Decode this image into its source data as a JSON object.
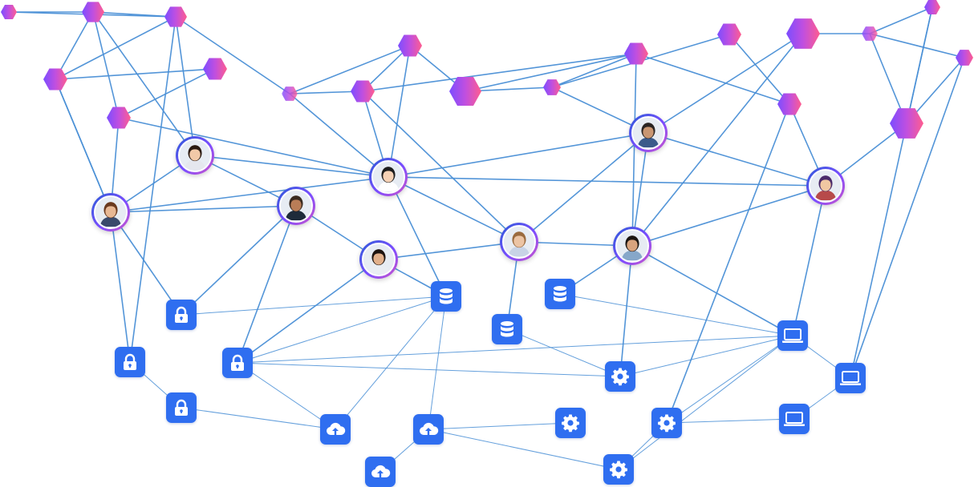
{
  "colors": {
    "edge": "#4a8fd6",
    "tile": "#2f6ef0",
    "hex_start": "#7b4dff",
    "hex_end": "#ff5d8f",
    "avatar_ring": "#5a55e0"
  },
  "icons": [
    "hexagon-icon",
    "person-avatar",
    "lock-icon",
    "database-icon",
    "cloud-upload-icon",
    "gear-icon",
    "laptop-icon"
  ],
  "nodes": [
    {
      "id": "h1",
      "kind": "hex"
    },
    {
      "id": "h2",
      "kind": "hex"
    },
    {
      "id": "h3",
      "kind": "hex"
    },
    {
      "id": "h4",
      "kind": "hex"
    },
    {
      "id": "h5",
      "kind": "hex"
    },
    {
      "id": "h6",
      "kind": "hex"
    },
    {
      "id": "h7",
      "kind": "hex"
    },
    {
      "id": "h8",
      "kind": "hex"
    },
    {
      "id": "h9",
      "kind": "hex"
    },
    {
      "id": "h10",
      "kind": "hex"
    },
    {
      "id": "h11",
      "kind": "hex"
    },
    {
      "id": "h12",
      "kind": "hex"
    },
    {
      "id": "h13",
      "kind": "hex"
    },
    {
      "id": "h14",
      "kind": "hex"
    },
    {
      "id": "h15",
      "kind": "hex"
    },
    {
      "id": "h16",
      "kind": "hex"
    },
    {
      "id": "h17",
      "kind": "hex"
    },
    {
      "id": "h18",
      "kind": "hex"
    },
    {
      "id": "h19",
      "kind": "hex"
    },
    {
      "id": "h20",
      "kind": "hex"
    },
    {
      "id": "p1",
      "kind": "avatar"
    },
    {
      "id": "p2",
      "kind": "avatar"
    },
    {
      "id": "p3",
      "kind": "avatar"
    },
    {
      "id": "p4",
      "kind": "avatar"
    },
    {
      "id": "p5",
      "kind": "avatar"
    },
    {
      "id": "p6",
      "kind": "avatar"
    },
    {
      "id": "p7",
      "kind": "avatar"
    },
    {
      "id": "p8",
      "kind": "avatar"
    },
    {
      "id": "p9",
      "kind": "avatar"
    },
    {
      "id": "l1",
      "kind": "lock"
    },
    {
      "id": "l2",
      "kind": "lock"
    },
    {
      "id": "l3",
      "kind": "lock"
    },
    {
      "id": "l4",
      "kind": "lock"
    },
    {
      "id": "d1",
      "kind": "database"
    },
    {
      "id": "d2",
      "kind": "database"
    },
    {
      "id": "d3",
      "kind": "database"
    },
    {
      "id": "c1",
      "kind": "cloud"
    },
    {
      "id": "c2",
      "kind": "cloud"
    },
    {
      "id": "c3",
      "kind": "cloud"
    },
    {
      "id": "g1",
      "kind": "gear"
    },
    {
      "id": "g2",
      "kind": "gear"
    },
    {
      "id": "g3",
      "kind": "gear"
    },
    {
      "id": "g4",
      "kind": "gear"
    },
    {
      "id": "m1",
      "kind": "laptop"
    },
    {
      "id": "m2",
      "kind": "laptop"
    },
    {
      "id": "m3",
      "kind": "laptop"
    }
  ],
  "edges": [
    [
      "h1",
      "h2"
    ],
    [
      "h1",
      "h3"
    ],
    [
      "h2",
      "h3"
    ],
    [
      "h2",
      "h4"
    ],
    [
      "h3",
      "h4"
    ],
    [
      "h2",
      "p1"
    ],
    [
      "h2",
      "h6"
    ],
    [
      "h3",
      "p1"
    ],
    [
      "h3",
      "h8"
    ],
    [
      "h4",
      "p2"
    ],
    [
      "h5",
      "h6"
    ],
    [
      "h6",
      "p2"
    ],
    [
      "h6",
      "p3"
    ],
    [
      "h7",
      "h8"
    ],
    [
      "h7",
      "h9"
    ],
    [
      "h7",
      "p3"
    ],
    [
      "h8",
      "p3"
    ],
    [
      "h8",
      "h9"
    ],
    [
      "h9",
      "p3"
    ],
    [
      "h9",
      "h11"
    ],
    [
      "h9",
      "p5"
    ],
    [
      "h10",
      "h11"
    ],
    [
      "h10",
      "h7"
    ],
    [
      "h10",
      "h12"
    ],
    [
      "h11",
      "h12"
    ],
    [
      "h11",
      "p6"
    ],
    [
      "h11",
      "h13"
    ],
    [
      "h12",
      "p4"
    ],
    [
      "h13",
      "p8"
    ],
    [
      "h14",
      "h13"
    ],
    [
      "h15",
      "h16"
    ],
    [
      "h15",
      "p4"
    ],
    [
      "h15",
      "p6"
    ],
    [
      "h16",
      "h18"
    ],
    [
      "h17",
      "h18"
    ],
    [
      "h17",
      "h16"
    ],
    [
      "h17",
      "m2"
    ],
    [
      "h18",
      "p8"
    ],
    [
      "h19",
      "h16"
    ],
    [
      "h19",
      "h18"
    ],
    [
      "h20",
      "m2"
    ],
    [
      "h14",
      "h12"
    ],
    [
      "h13",
      "g3"
    ],
    [
      "p1",
      "p2"
    ],
    [
      "p1",
      "p3"
    ],
    [
      "p1",
      "p7"
    ],
    [
      "p2",
      "p3"
    ],
    [
      "p2",
      "p7"
    ],
    [
      "p2",
      "l1"
    ],
    [
      "p3",
      "p8"
    ],
    [
      "p3",
      "p4"
    ],
    [
      "p3",
      "d1"
    ],
    [
      "p3",
      "p5"
    ],
    [
      "p7",
      "l1"
    ],
    [
      "p7",
      "l3"
    ],
    [
      "p7",
      "p9"
    ],
    [
      "p9",
      "p5"
    ],
    [
      "p9",
      "d1"
    ],
    [
      "p9",
      "l3"
    ],
    [
      "p5",
      "p6"
    ],
    [
      "p5",
      "p4"
    ],
    [
      "p5",
      "d3"
    ],
    [
      "p4",
      "p6"
    ],
    [
      "p4",
      "p8"
    ],
    [
      "p6",
      "p8"
    ],
    [
      "p6",
      "d2"
    ],
    [
      "p6",
      "g1"
    ],
    [
      "p6",
      "m1"
    ],
    [
      "p8",
      "m1"
    ],
    [
      "p2",
      "h4"
    ],
    [
      "l1",
      "d1"
    ],
    [
      "l2",
      "p2"
    ],
    [
      "l2",
      "l4"
    ],
    [
      "l3",
      "d1"
    ],
    [
      "l3",
      "g1"
    ],
    [
      "l3",
      "c1"
    ],
    [
      "l3",
      "m1"
    ],
    [
      "l4",
      "c1"
    ],
    [
      "d1",
      "c1"
    ],
    [
      "d1",
      "c2"
    ],
    [
      "d2",
      "m1"
    ],
    [
      "d3",
      "g1"
    ],
    [
      "g1",
      "m1"
    ],
    [
      "c2",
      "g2"
    ],
    [
      "c2",
      "g4"
    ],
    [
      "c3",
      "c2"
    ],
    [
      "g3",
      "m1"
    ],
    [
      "g3",
      "m3"
    ],
    [
      "g4",
      "m1"
    ],
    [
      "m1",
      "m2"
    ],
    [
      "m2",
      "m3"
    ],
    [
      "g4",
      "g3"
    ],
    [
      "h4",
      "h5"
    ],
    [
      "h3",
      "l2"
    ]
  ]
}
